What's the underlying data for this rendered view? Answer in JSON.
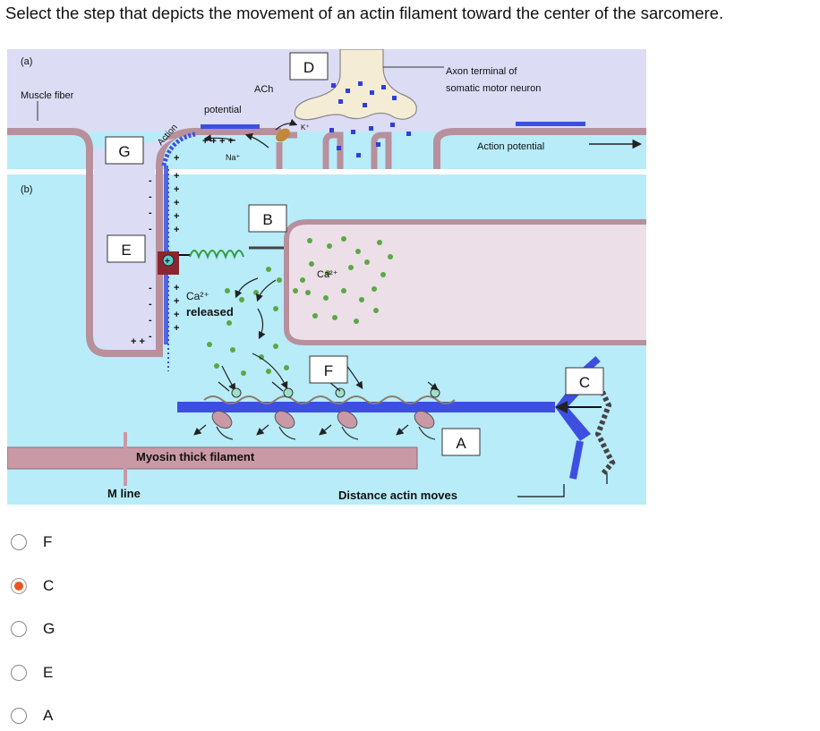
{
  "question": "Select the step that depicts the movement of an actin filament toward the center of the sarcomere.",
  "figure": {
    "panel_a": "(a)",
    "panel_b": "(b)",
    "muscle_fiber": "Muscle fiber",
    "ach": "ACh",
    "potential": "potential",
    "action": "Action",
    "axon_line1": "Axon terminal of",
    "axon_line2": "somatic motor neuron",
    "action_potential": "Action potential",
    "k_ion": "K⁺",
    "na_ion": "Na⁺",
    "ca_label": "Ca²⁺",
    "ca_released_1": "Ca²⁺",
    "ca_released_2": "released",
    "myosin": "Myosin thick filament",
    "m_line": "M line",
    "distance": "Distance actin moves",
    "box_labels": {
      "D": "D",
      "G": "G",
      "B": "B",
      "E": "E",
      "F": "F",
      "C": "C",
      "A": "A"
    },
    "colors": {
      "top_band": "#dcdcf5",
      "cytosol": "#b8ecf9",
      "sr": "#ecdfe8",
      "membrane": "#b8909c",
      "actin": "#3d4fe0",
      "myosin": "#c999a5",
      "calcium": "#5aa844"
    }
  },
  "options": [
    {
      "label": "F",
      "selected": false
    },
    {
      "label": "C",
      "selected": true
    },
    {
      "label": "G",
      "selected": false
    },
    {
      "label": "E",
      "selected": false
    },
    {
      "label": "A",
      "selected": false
    }
  ]
}
